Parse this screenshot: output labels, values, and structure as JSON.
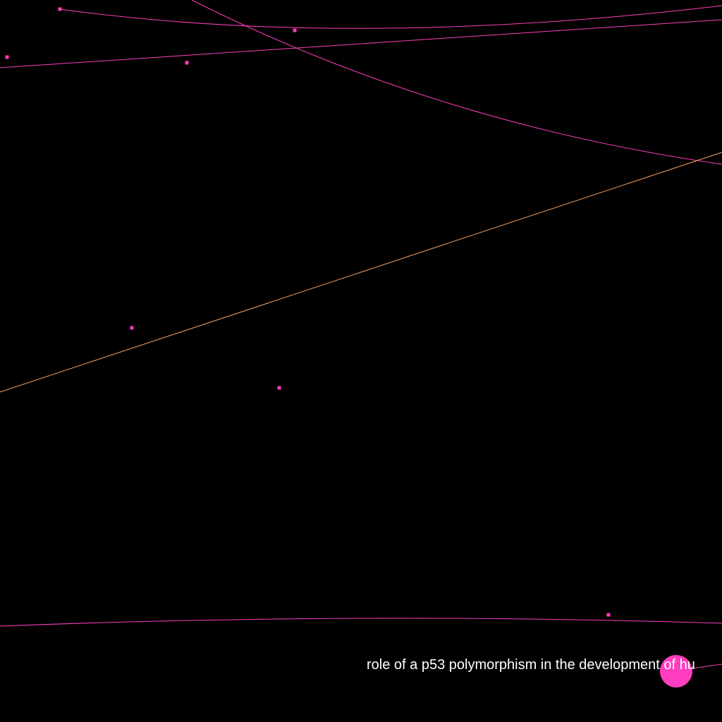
{
  "colors": {
    "background": "#000000",
    "node": "#ff3dbe",
    "edge": "#ff3dbe",
    "edge_highlight": "#ffa15a",
    "label": "#ffffff"
  },
  "graph": {
    "nodes": [
      {
        "id": "n1",
        "kind": "small"
      },
      {
        "id": "n2",
        "kind": "small"
      },
      {
        "id": "n3",
        "kind": "small"
      },
      {
        "id": "n4",
        "kind": "small"
      },
      {
        "id": "n5",
        "kind": "small"
      },
      {
        "id": "n6",
        "kind": "small"
      },
      {
        "id": "n7",
        "kind": "small"
      },
      {
        "id": "focus",
        "kind": "large",
        "label": "role of a p53 polymorphism in the development of hu"
      }
    ],
    "edges": [
      {
        "id": "e1",
        "color": "edge"
      },
      {
        "id": "e2",
        "color": "edge"
      },
      {
        "id": "e3",
        "color": "edge"
      },
      {
        "id": "e4",
        "color": "edge"
      },
      {
        "id": "e5",
        "color": "edge_highlight"
      },
      {
        "id": "e6",
        "color": "edge"
      }
    ]
  }
}
